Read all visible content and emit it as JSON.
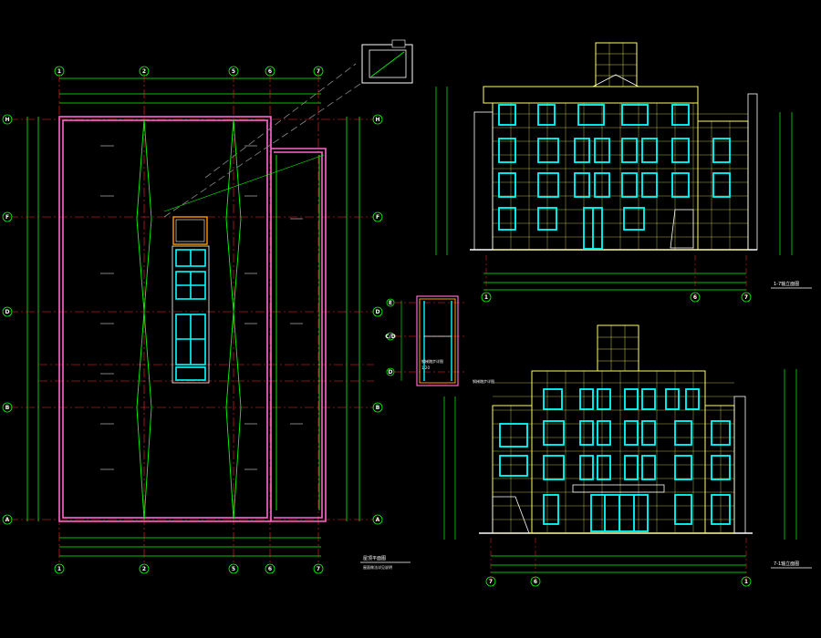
{
  "colors": {
    "background": "#000000",
    "grid_axis": "#ff2a2a",
    "dimension_line": "#00ff00",
    "wall": "#ff66cc",
    "window": "#00ffff",
    "facade_outline": "#ffff66",
    "text": "#ffffff"
  },
  "plan": {
    "grid_top": [
      "1",
      "2",
      "5",
      "6",
      "7"
    ],
    "grid_bottom": [
      "1",
      "2",
      "5",
      "6",
      "7"
    ],
    "grid_left": [
      "H",
      "F",
      "D",
      "B",
      "A"
    ],
    "grid_right": [
      "H",
      "F",
      "D",
      "B",
      "A"
    ],
    "title": "屋顶平面图",
    "subtitle": "屋面做法详见说明"
  },
  "detail": {
    "grid_left": [
      "E",
      "C/D",
      "D"
    ],
    "label": "钢梯踏步详图",
    "scale": "1:20"
  },
  "elevation_top": {
    "grid_bottom": [
      "1",
      "6",
      "7"
    ],
    "title": "1-7轴立面图"
  },
  "elevation_bottom": {
    "grid_bottom": [
      "7",
      "6",
      "1"
    ],
    "title": "7-1轴立面图",
    "note": "钢梯踏步详图"
  }
}
